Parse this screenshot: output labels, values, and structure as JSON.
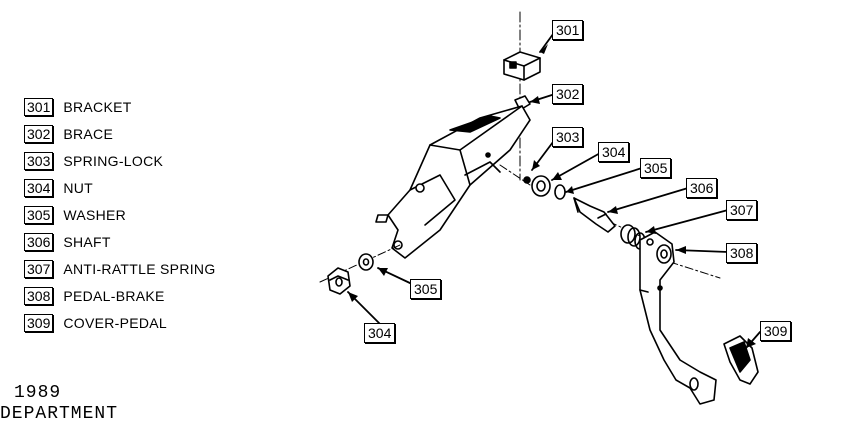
{
  "legend": [
    {
      "code": "301",
      "name": "BRACKET"
    },
    {
      "code": "302",
      "name": "BRACE"
    },
    {
      "code": "303",
      "name": "SPRING-LOCK"
    },
    {
      "code": "304",
      "name": "NUT"
    },
    {
      "code": "305",
      "name": "WASHER"
    },
    {
      "code": "306",
      "name": "SHAFT"
    },
    {
      "code": "307",
      "name": "ANTI-RATTLE SPRING"
    },
    {
      "code": "308",
      "name": "PEDAL-BRAKE"
    },
    {
      "code": "309",
      "name": "COVER-PEDAL"
    }
  ],
  "callouts": [
    "301",
    "302",
    "303",
    "304",
    "305",
    "306",
    "307",
    "308",
    "309",
    "305",
    "304"
  ],
  "footer": {
    "year": "1989",
    "dept": "DEPARTMENT"
  }
}
